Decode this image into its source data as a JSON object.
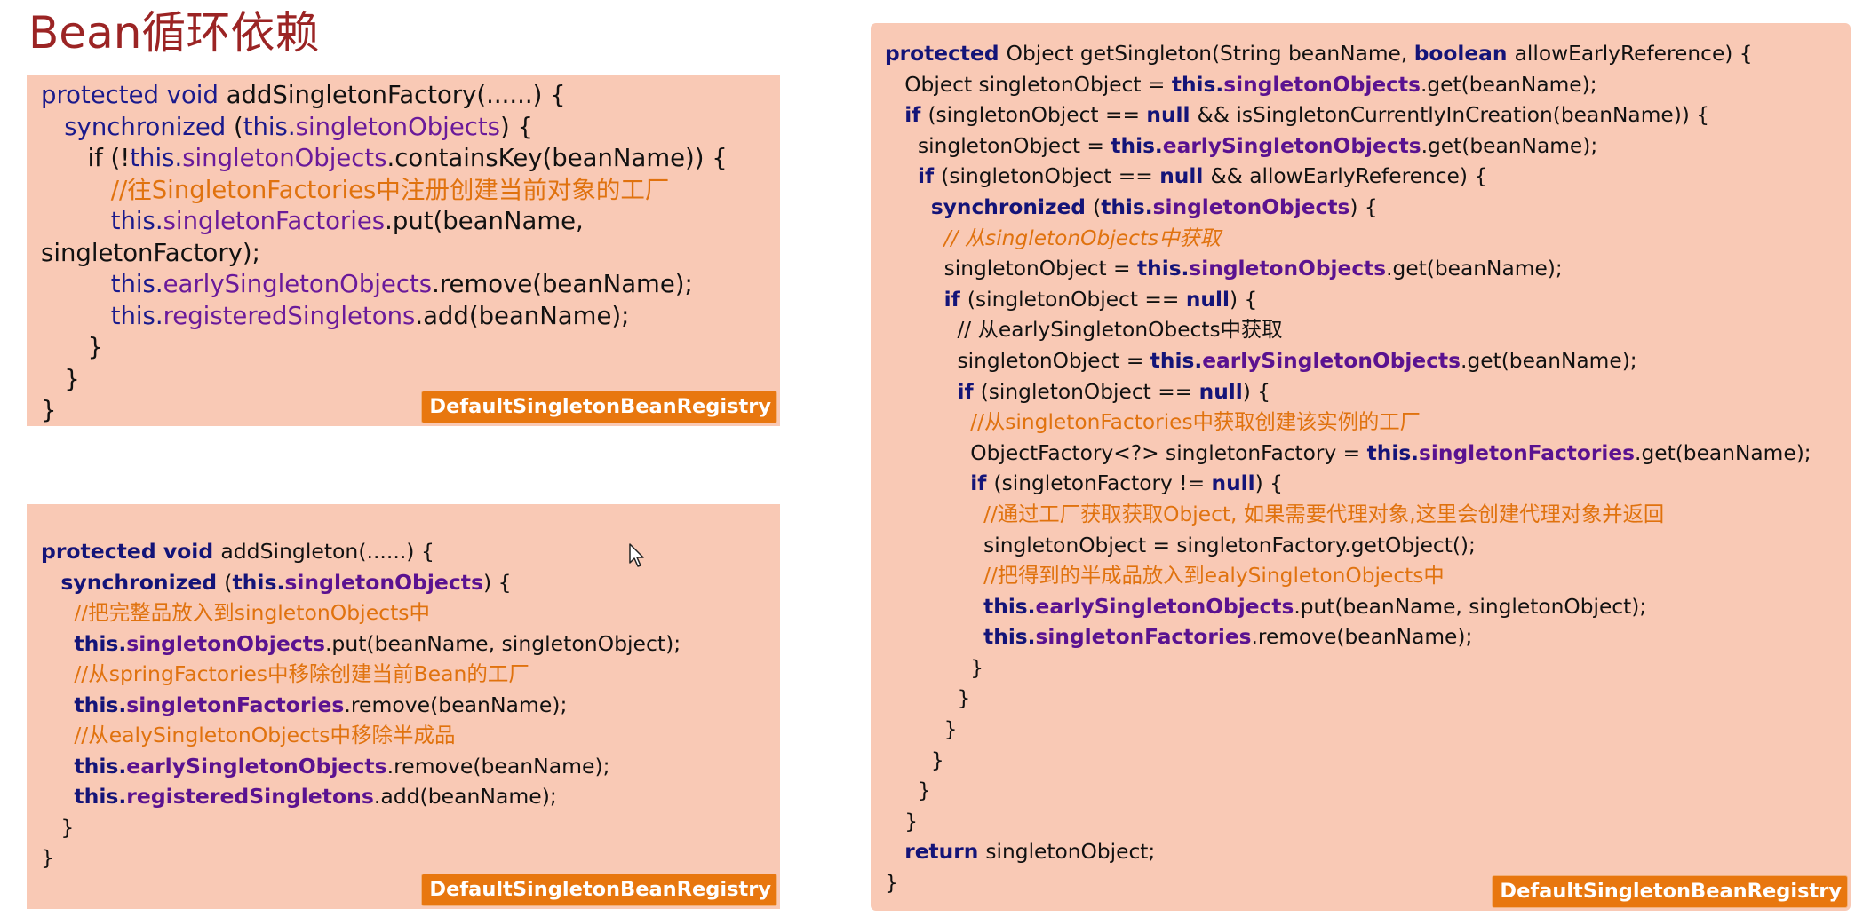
{
  "title": "Bean循环依赖",
  "panels": [
    {
      "id": "panel-a",
      "tag": "DefaultSingletonBeanRegistry",
      "lines": [
        [
          [
            "kw",
            "protected void "
          ],
          [
            "",
            "addSingletonFactory(......) {"
          ]
        ],
        [
          [
            "",
            "   "
          ],
          [
            "kw",
            "synchronized "
          ],
          [
            "",
            "("
          ],
          [
            "kw",
            "this."
          ],
          [
            "field",
            "singletonObjects"
          ],
          [
            "",
            ") {"
          ]
        ],
        [
          [
            "",
            "      if (!"
          ],
          [
            "kw",
            "this."
          ],
          [
            "field",
            "singletonObjects"
          ],
          [
            "",
            ".containsKey(beanName)) {"
          ]
        ],
        [
          [
            "",
            "         "
          ],
          [
            "comment",
            "//往SingletonFactories中注册创建当前对象的工厂"
          ]
        ],
        [
          [
            "",
            "         "
          ],
          [
            "kw",
            "this."
          ],
          [
            "field",
            "singletonFactories"
          ],
          [
            "",
            ".put(beanName,"
          ]
        ],
        [
          [
            "",
            "singletonFactory);"
          ]
        ],
        [
          [
            "",
            "         "
          ],
          [
            "kw",
            "this."
          ],
          [
            "field",
            "earlySingletonObjects"
          ],
          [
            "",
            ".remove(beanName);"
          ]
        ],
        [
          [
            "",
            "         "
          ],
          [
            "kw",
            "this."
          ],
          [
            "field",
            "registeredSingletons"
          ],
          [
            "",
            ".add(beanName);"
          ]
        ],
        [
          [
            "",
            "      }"
          ]
        ],
        [
          [
            "",
            "   }"
          ]
        ],
        [
          [
            "",
            "}"
          ]
        ]
      ]
    },
    {
      "id": "panel-b",
      "tag": "DefaultSingletonBeanRegistry",
      "lines": [
        [
          [
            "kwb",
            "protected void "
          ],
          [
            "",
            "addSingleton(......) {"
          ]
        ],
        [
          [
            "",
            "   "
          ],
          [
            "kwb",
            "synchronized "
          ],
          [
            "",
            "("
          ],
          [
            "kwb",
            "this."
          ],
          [
            "fieldb",
            "singletonObjects"
          ],
          [
            "",
            ") {"
          ]
        ],
        [
          [
            "",
            "     "
          ],
          [
            "comment",
            "//把完整品放入到singletonObjects中"
          ]
        ],
        [
          [
            "",
            "     "
          ],
          [
            "kwb",
            "this."
          ],
          [
            "fieldb",
            "singletonObjects"
          ],
          [
            "",
            ".put(beanName, singletonObject);"
          ]
        ],
        [
          [
            "",
            "     "
          ],
          [
            "comment",
            "//从springFactories中移除创建当前Bean的工厂"
          ]
        ],
        [
          [
            "",
            "     "
          ],
          [
            "kwb",
            "this."
          ],
          [
            "fieldb",
            "singletonFactories"
          ],
          [
            "",
            ".remove(beanName);"
          ]
        ],
        [
          [
            "",
            "     "
          ],
          [
            "comment",
            "//从ealySingletonObjects中移除半成品"
          ]
        ],
        [
          [
            "",
            "     "
          ],
          [
            "kwb",
            "this."
          ],
          [
            "fieldb",
            "earlySingletonObjects"
          ],
          [
            "",
            ".remove(beanName);"
          ]
        ],
        [
          [
            "",
            "     "
          ],
          [
            "kwb",
            "this."
          ],
          [
            "fieldb",
            "registeredSingletons"
          ],
          [
            "",
            ".add(beanName);"
          ]
        ],
        [
          [
            "",
            "   }"
          ]
        ],
        [
          [
            "",
            "}"
          ]
        ]
      ]
    },
    {
      "id": "panel-c",
      "tag": "DefaultSingletonBeanRegistry",
      "lines": [
        [
          [
            "kwb",
            "protected "
          ],
          [
            "",
            "Object getSingleton(String beanName, "
          ],
          [
            "kwb",
            "boolean "
          ],
          [
            "",
            "allowEarlyReference) {"
          ]
        ],
        [
          [
            "",
            "   Object singletonObject = "
          ],
          [
            "kwb",
            "this."
          ],
          [
            "fieldb",
            "singletonObjects"
          ],
          [
            "",
            ".get(beanName);"
          ]
        ],
        [
          [
            "",
            "   "
          ],
          [
            "kwb",
            "if "
          ],
          [
            "",
            "(singletonObject == "
          ],
          [
            "kwb",
            "null "
          ],
          [
            "",
            "&& isSingletonCurrentlyInCreation(beanName)) {"
          ]
        ],
        [
          [
            "",
            "     singletonObject = "
          ],
          [
            "kwb",
            "this."
          ],
          [
            "fieldb",
            "earlySingletonObjects"
          ],
          [
            "",
            ".get(beanName);"
          ]
        ],
        [
          [
            "",
            "     "
          ],
          [
            "kwb",
            "if "
          ],
          [
            "",
            "(singletonObject == "
          ],
          [
            "kwb",
            "null "
          ],
          [
            "",
            "&& allowEarlyReference) {"
          ]
        ],
        [
          [
            "",
            "       "
          ],
          [
            "kwb",
            "synchronized "
          ],
          [
            "",
            "("
          ],
          [
            "kwb",
            "this."
          ],
          [
            "fieldb",
            "singletonObjects"
          ],
          [
            "",
            ") {"
          ]
        ],
        [
          [
            "",
            "         "
          ],
          [
            "commenti",
            "// 从singletonObjects中获取"
          ]
        ],
        [
          [
            "",
            "         singletonObject = "
          ],
          [
            "kwb",
            "this."
          ],
          [
            "fieldb",
            "singletonObjects"
          ],
          [
            "",
            ".get(beanName);"
          ]
        ],
        [
          [
            "",
            "         "
          ],
          [
            "kwb",
            "if "
          ],
          [
            "",
            "(singletonObject == "
          ],
          [
            "kwb",
            "null"
          ],
          [
            "",
            ") {"
          ]
        ],
        [
          [
            "",
            "           // 从earlySingletonObects中获取"
          ]
        ],
        [
          [
            "",
            "           singletonObject = "
          ],
          [
            "kwb",
            "this."
          ],
          [
            "fieldb",
            "earlySingletonObjects"
          ],
          [
            "",
            ".get(beanName);"
          ]
        ],
        [
          [
            "",
            "           "
          ],
          [
            "kwb",
            "if "
          ],
          [
            "",
            "(singletonObject == "
          ],
          [
            "kwb",
            "null"
          ],
          [
            "",
            ") {"
          ]
        ],
        [
          [
            "",
            "             "
          ],
          [
            "comment",
            "//从singletonFactories中获取创建该实例的工厂"
          ]
        ],
        [
          [
            "",
            "             ObjectFactory<?> singletonFactory = "
          ],
          [
            "kwb",
            "this."
          ],
          [
            "fieldb",
            "singletonFactories"
          ],
          [
            "",
            ".get(beanName);"
          ]
        ],
        [
          [
            "",
            "             "
          ],
          [
            "kwb",
            "if "
          ],
          [
            "",
            "(singletonFactory != "
          ],
          [
            "kwb",
            "null"
          ],
          [
            "",
            ") {"
          ]
        ],
        [
          [
            "",
            "               "
          ],
          [
            "comment",
            "//通过工厂获取获取Object, 如果需要代理对象,这里会创建代理对象并返回"
          ]
        ],
        [
          [
            "",
            "               singletonObject = singletonFactory.getObject();"
          ]
        ],
        [
          [
            "",
            "               "
          ],
          [
            "comment",
            "//把得到的半成品放入到ealySingletonObjects中"
          ]
        ],
        [
          [
            "",
            "               "
          ],
          [
            "kwb",
            "this."
          ],
          [
            "fieldb",
            "earlySingletonObjects"
          ],
          [
            "",
            ".put(beanName, singletonObject);"
          ]
        ],
        [
          [
            "",
            "               "
          ],
          [
            "kwb",
            "this."
          ],
          [
            "fieldb",
            "singletonFactories"
          ],
          [
            "",
            ".remove(beanName);"
          ]
        ],
        [
          [
            "",
            "             }"
          ]
        ],
        [
          [
            "",
            "           }"
          ]
        ],
        [
          [
            "",
            "         }"
          ]
        ],
        [
          [
            "",
            "       }"
          ]
        ],
        [
          [
            "",
            "     }"
          ]
        ],
        [
          [
            "",
            "   }"
          ]
        ],
        [
          [
            "",
            "   "
          ],
          [
            "kwb",
            "return "
          ],
          [
            "",
            "singletonObject;"
          ]
        ],
        [
          [
            "",
            "}"
          ]
        ]
      ]
    }
  ]
}
